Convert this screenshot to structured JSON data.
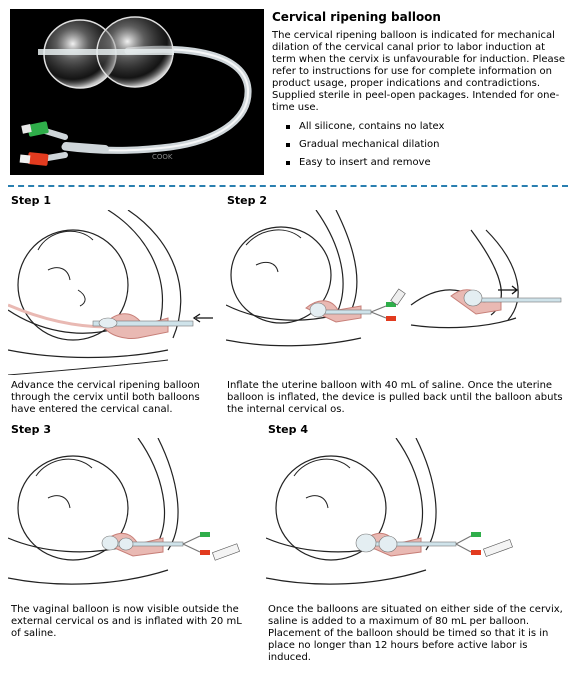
{
  "product": {
    "title": "Cervical ripening balloon",
    "description": "The cervical ripening balloon is indicated for mechanical dilation of the cervical canal prior to labor induction at term when the cervix is unfavourable for induction. Please refer to instructions for use for complete information on product usage, proper indications and contradictions. Supplied sterile in peel-open packages. Intended for one-time use.",
    "features": [
      "All silicone, contains no latex",
      "Gradual mechanical dilation",
      "Easy to insert and remove"
    ],
    "photo_label": "COOK"
  },
  "steps": [
    {
      "title": "Step 1",
      "caption": "Advance the cervical ripening balloon through the cervix until both balloons have entered the cervical canal."
    },
    {
      "title": "Step 2",
      "caption": "Inflate the uterine balloon with 40 mL of saline. Once the uterine balloon is inflated, the device is pulled back until the balloon abuts the internal cervical os."
    },
    {
      "title": "Step 3",
      "caption": "The vaginal balloon is now visible outside the external cervical os and is inflated with 20 mL of saline."
    },
    {
      "title": "Step 4",
      "caption": "Once the balloons are situated on either side of the cervix, saline is added to a maximum of 80 mL per balloon. Placement of the balloon should be timed so that it is in place no longer than 12 hours before active labor is induced."
    }
  ],
  "colors": {
    "divider": "#2a7fb0",
    "tissue": "#e9b9b3",
    "tissue_dark": "#c77f78",
    "valve_green": "#2fae4a",
    "valve_red": "#e23b1f"
  }
}
